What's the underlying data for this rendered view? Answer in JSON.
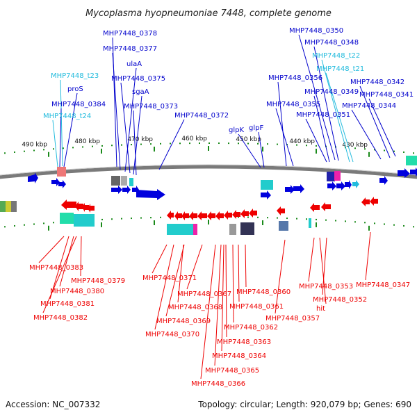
{
  "title": "Mycoplasma hyopneumoniae 7448, complete genome",
  "footer": {
    "accession": "Accession: NC_007332",
    "summary": "Topology: circular; Length: 920,079 bp; Genes: 690"
  },
  "colors": {
    "forward_gene": "#0000cc",
    "reverse_gene": "#ee0000",
    "trna": "#22bbdd",
    "backbone": "#888888",
    "tick": "#1a8a1a"
  },
  "scale_ticks": [
    "490 kbp",
    "480 kbp",
    "470 kbp",
    "460 kbp",
    "450 kbp",
    "440 kbp",
    "430 kbp"
  ],
  "top_labels": [
    {
      "text": "MHP7448_0378",
      "kind": "forward"
    },
    {
      "text": "MHP7448_0377",
      "kind": "forward"
    },
    {
      "text": "ulaA",
      "kind": "forward"
    },
    {
      "text": "MHP7448_0375",
      "kind": "forward"
    },
    {
      "text": "sgaA",
      "kind": "forward"
    },
    {
      "text": "MHP7448_0373",
      "kind": "forward"
    },
    {
      "text": "MHP7448_t23",
      "kind": "trna"
    },
    {
      "text": "proS",
      "kind": "forward"
    },
    {
      "text": "MHP7448_0384",
      "kind": "forward"
    },
    {
      "text": "MHP7448_t24",
      "kind": "trna"
    },
    {
      "text": "MHP7448_0372",
      "kind": "forward"
    },
    {
      "text": "glpK",
      "kind": "forward"
    },
    {
      "text": "glpF",
      "kind": "forward"
    },
    {
      "text": "MHP7448_0356",
      "kind": "forward"
    },
    {
      "text": "MHP7448_0355",
      "kind": "forward"
    },
    {
      "text": "MHP7448_0350",
      "kind": "forward"
    },
    {
      "text": "MHP7448_0348",
      "kind": "forward"
    },
    {
      "text": "MHP7448_t22",
      "kind": "trna"
    },
    {
      "text": "MHP7448_t21",
      "kind": "trna"
    },
    {
      "text": "MHP7448_0349",
      "kind": "forward"
    },
    {
      "text": "MHP7448_0351",
      "kind": "forward"
    },
    {
      "text": "MHP7448_0342",
      "kind": "forward"
    },
    {
      "text": "MHP7448_0341",
      "kind": "forward"
    },
    {
      "text": "MHP7448_0344",
      "kind": "forward"
    }
  ],
  "bottom_labels": [
    {
      "text": "MHP7448_0383",
      "kind": "reverse"
    },
    {
      "text": "MHP7448_0379",
      "kind": "reverse"
    },
    {
      "text": "MHP7448_0380",
      "kind": "reverse"
    },
    {
      "text": "MHP7448_0381",
      "kind": "reverse"
    },
    {
      "text": "MHP7448_0382",
      "kind": "reverse"
    },
    {
      "text": "MHP7448_0371",
      "kind": "reverse"
    },
    {
      "text": "MHP7448_0367",
      "kind": "reverse"
    },
    {
      "text": "MHP7448_0368",
      "kind": "reverse"
    },
    {
      "text": "MHP7448_0369",
      "kind": "reverse"
    },
    {
      "text": "MHP7448_0370",
      "kind": "reverse"
    },
    {
      "text": "MHP7448_0360",
      "kind": "reverse"
    },
    {
      "text": "MHP7448_0361",
      "kind": "reverse"
    },
    {
      "text": "MHP7448_0362",
      "kind": "reverse"
    },
    {
      "text": "MHP7448_0363",
      "kind": "reverse"
    },
    {
      "text": "MHP7448_0364",
      "kind": "reverse"
    },
    {
      "text": "MHP7448_0365",
      "kind": "reverse"
    },
    {
      "text": "MHP7448_0366",
      "kind": "reverse"
    },
    {
      "text": "MHP7448_0357",
      "kind": "reverse"
    },
    {
      "text": "MHP7448_0353",
      "kind": "reverse"
    },
    {
      "text": "hit",
      "kind": "reverse"
    },
    {
      "text": "MHP7448_0352",
      "kind": "reverse"
    },
    {
      "text": "MHP7448_0347",
      "kind": "reverse"
    }
  ]
}
